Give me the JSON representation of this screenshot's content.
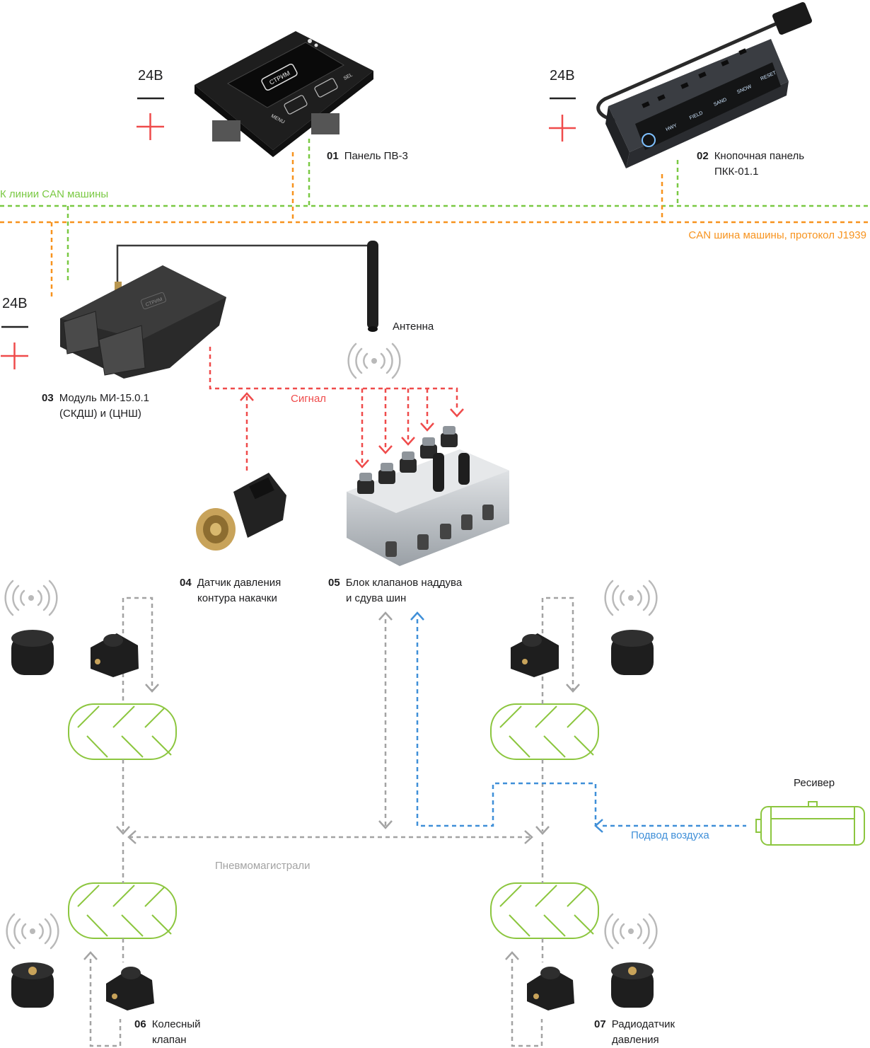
{
  "colors": {
    "can_green": "#7ac943",
    "can_orange": "#f7931e",
    "signal_red": "#ef4b4b",
    "air_blue": "#3f8fd8",
    "pneumo_gray": "#a3a3a3",
    "plus_red": "#ef4b4b",
    "tire_green": "#8cc63f",
    "device_dark": "#1e1e1e"
  },
  "power": {
    "voltage": "24В"
  },
  "can": {
    "green_line_label": "К линии CAN машины",
    "orange_line_label": "CAN шина машины, протокол J1939"
  },
  "components": {
    "c01": {
      "num": "01",
      "line1": "Панель ПВ-3",
      "screen_text": "СТРИМ",
      "menu_label": "MENU",
      "sel_label": "SEL"
    },
    "c02": {
      "num": "02",
      "line1": "Кнопочная панель",
      "line2": "ПКК-01.1",
      "buttons": [
        "HWY",
        "FIELD",
        "SAND",
        "SNOW",
        "RESET"
      ]
    },
    "c03": {
      "num": "03",
      "line1": "Модуль МИ-15.0.1",
      "line2": "(СКДШ) и (ЦНШ)",
      "badge": "СТРИМ"
    },
    "antenna": {
      "label": "Антенна"
    },
    "signal": {
      "label": "Сигнал"
    },
    "c04": {
      "num": "04",
      "line1": "Датчик давления",
      "line2": "контура накачки"
    },
    "c05": {
      "num": "05",
      "line1": "Блок клапанов наддува",
      "line2": "и сдува шин"
    },
    "c06": {
      "num": "06",
      "line1": "Колесный",
      "line2": "клапан"
    },
    "c07": {
      "num": "07",
      "line1": "Радиодатчик",
      "line2": "давления"
    }
  },
  "pneumatics": {
    "lines_label": "Пневмомагистрали",
    "air_supply_label": "Подвод воздуха",
    "receiver_label": "Ресивер"
  }
}
